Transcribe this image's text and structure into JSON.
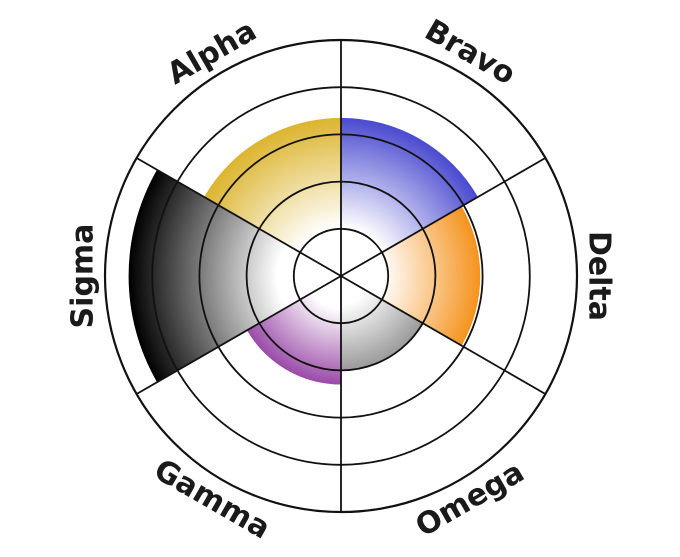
{
  "chart_data": {
    "type": "polar-area",
    "categories": [
      "Bravo",
      "Delta",
      "Omega",
      "Gamma",
      "Sigma",
      "Alpha"
    ],
    "values": [
      3.35,
      2.95,
      2.0,
      2.3,
      4.5,
      3.35
    ],
    "colors": [
      "#4a4ad0",
      "#f5931d",
      "#9a9a9a",
      "#9a4aa8",
      "#000000",
      "#dcb42e"
    ],
    "rlim": [
      0,
      5
    ],
    "rings": [
      1,
      2,
      3,
      4,
      5
    ],
    "start": "top",
    "direction": "clockwise",
    "grid": true,
    "legend": "none"
  }
}
